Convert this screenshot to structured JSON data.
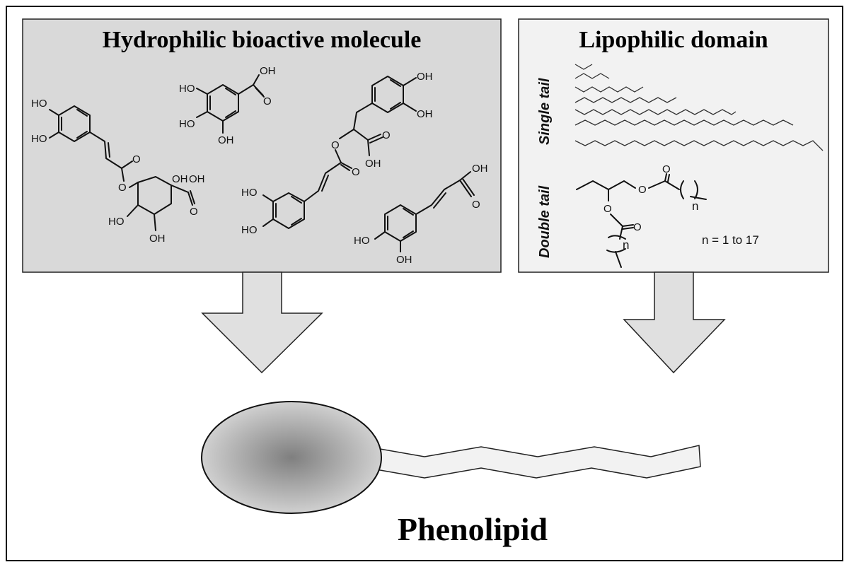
{
  "hydrophilic_panel": {
    "title": "Hydrophilic bioactive molecule",
    "atoms": {
      "ho": "HO",
      "oh": "OH",
      "o": "O"
    }
  },
  "lipophilic_panel": {
    "title": "Lipophilic domain",
    "single_tail_label": "Single tail",
    "double_tail_label": "Double tail",
    "n_label": "n",
    "range_label": "n = 1  to 17",
    "atom_o": "O"
  },
  "result": {
    "label": "Phenolipid"
  },
  "colors": {
    "panel_left": "#d9d9d9",
    "panel_right": "#f2f2f2",
    "arrow": "#e0e0e0",
    "head_center": "#7f7f7f",
    "head_edge": "#cfcfcf"
  }
}
